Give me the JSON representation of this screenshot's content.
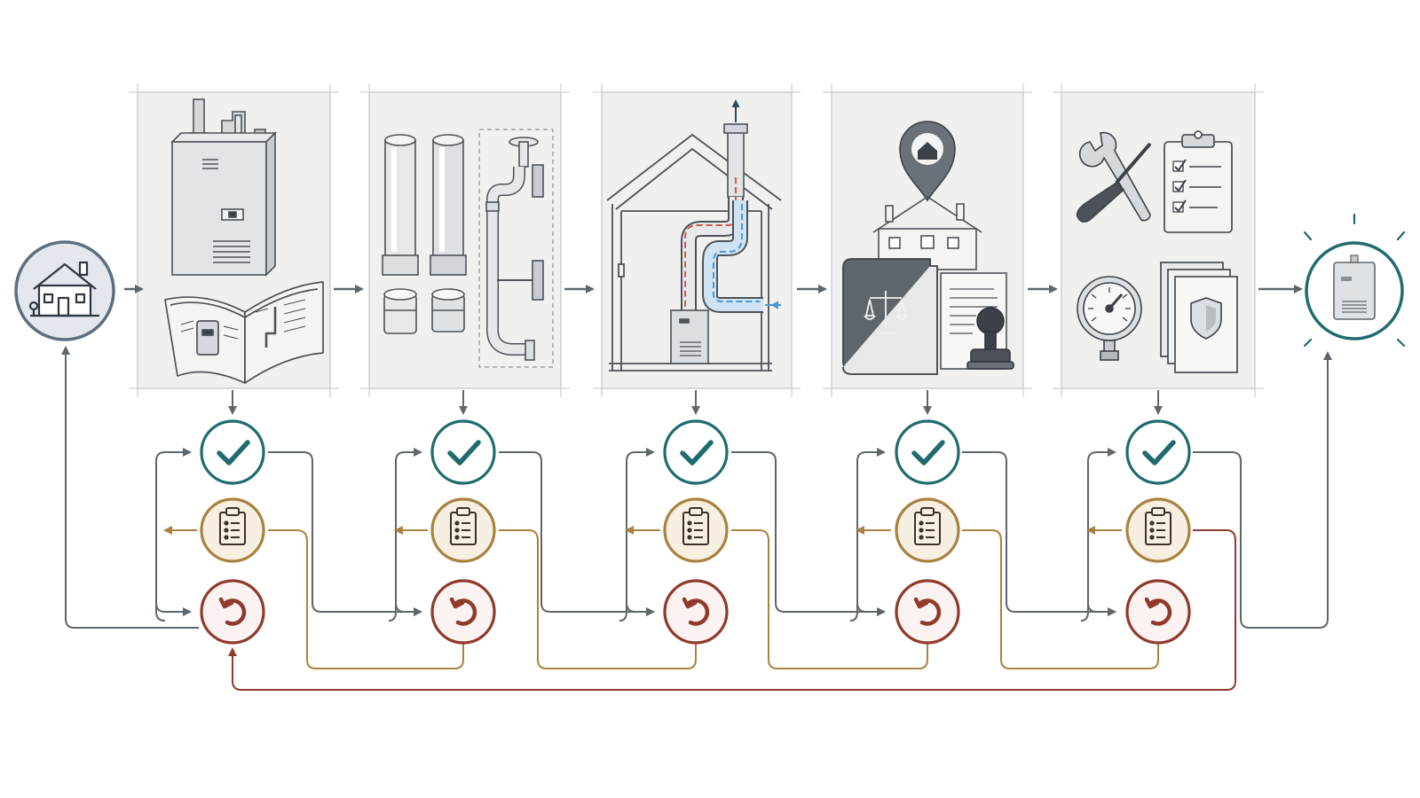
{
  "diagram": {
    "start_node": {
      "icon": "house-icon"
    },
    "end_node": {
      "icon": "water-heater-icon"
    },
    "stages": [
      {
        "id": "unit-and-manual",
        "icons": [
          "water-heater-icon",
          "manual-book-icon"
        ]
      },
      {
        "id": "vent-components",
        "icons": [
          "vent-pipe-icon",
          "vent-coupling-icon",
          "elbow-vent-assembly-icon"
        ]
      },
      {
        "id": "vent-routing",
        "icons": [
          "house-cross-section-icon",
          "exhaust-pipe-icon",
          "intake-pipe-icon",
          "heater-unit-icon"
        ]
      },
      {
        "id": "local-code-compliance",
        "icons": [
          "location-pin-icon",
          "house-icon",
          "law-book-icon",
          "document-icon",
          "stamp-icon"
        ]
      },
      {
        "id": "test-and-inspect",
        "icons": [
          "wrench-icon",
          "screwdriver-icon",
          "checklist-clipboard-icon",
          "pressure-gauge-icon",
          "certificate-icon"
        ]
      }
    ],
    "decision_icons": [
      "checkmark-icon",
      "clipboard-icon",
      "undo-icon"
    ],
    "colors": {
      "approve": "#1f6b6e",
      "review": "#a98240",
      "revise": "#8f3a2c",
      "connector": "#5f666b",
      "panel": "#f0f0ee",
      "start_fill": "#e4e8ee",
      "start_ring": "#5d6e7e",
      "vent_exhaust": "#d2574a",
      "vent_intake": "#4a97d2"
    }
  }
}
